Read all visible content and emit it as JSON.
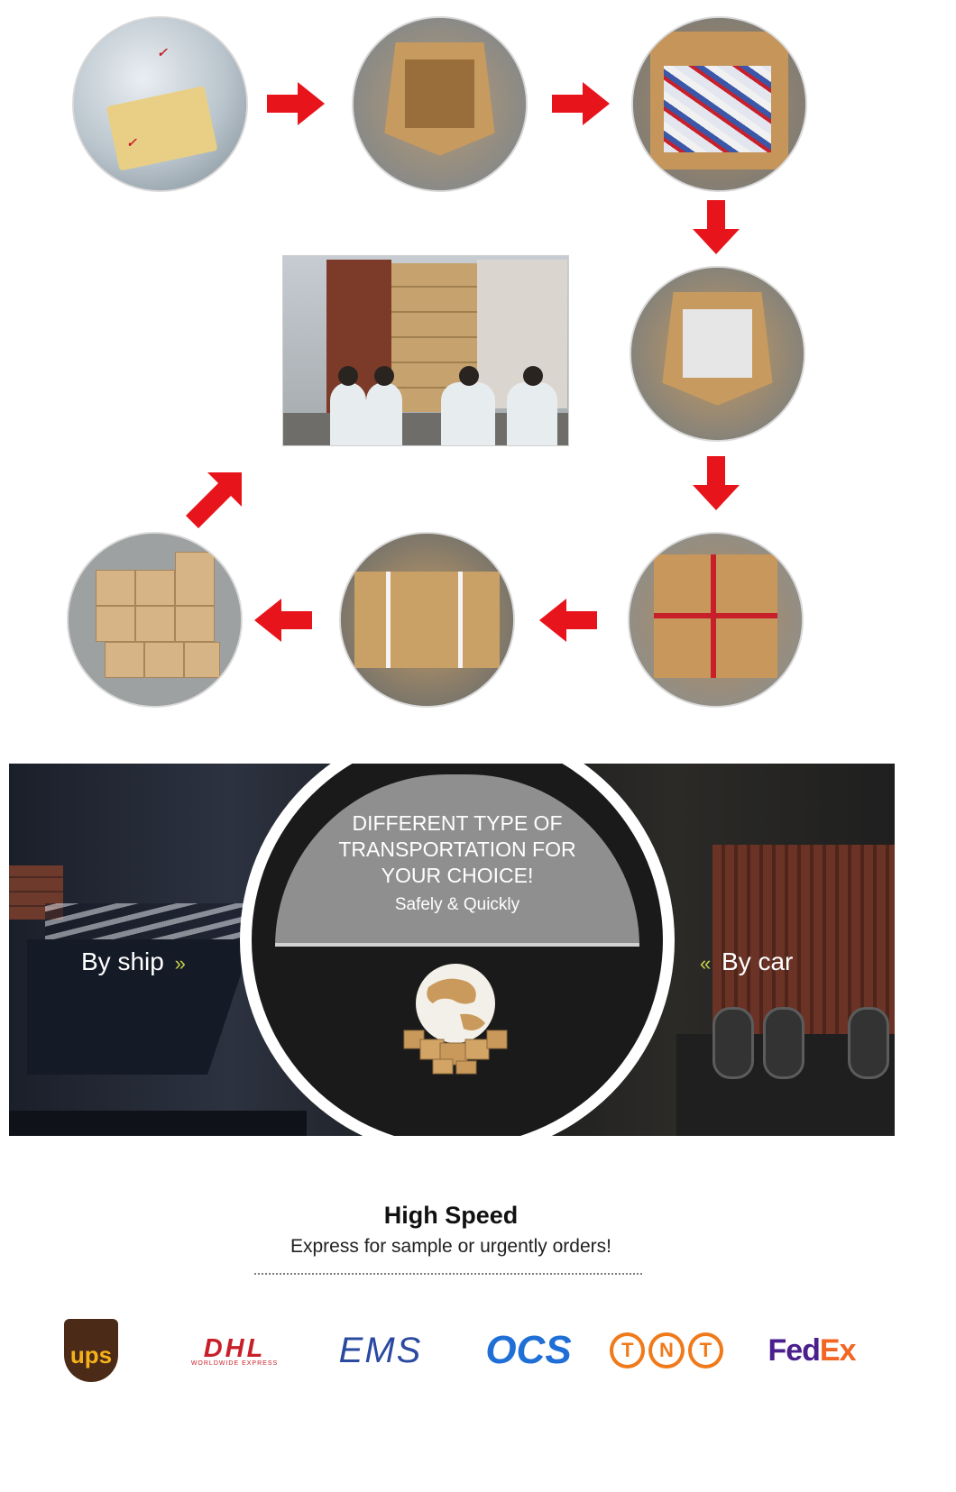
{
  "banner": {
    "headline_line1": "DIFFERENT TYPE OF",
    "headline_line2": "TRANSPORTATION FOR",
    "headline_line3": "YOUR CHOICE!",
    "subheadline": "Safely & Quickly",
    "by_ship": "By ship",
    "by_car": "By car",
    "chevron_right": "»",
    "chevron_left": "«"
  },
  "express": {
    "title": "High Speed",
    "subtitle": "Express for sample or urgently orders!"
  },
  "carriers": {
    "ups": "ups",
    "dhl": "DHL",
    "dhl_tagline": "WORLDWIDE EXPRESS",
    "ems": "EMS",
    "ocs": "OCS",
    "tnt_1": "T",
    "tnt_2": "N",
    "tnt_3": "T",
    "fedex_fed": "Fed",
    "fedex_ex": "Ex"
  },
  "colors": {
    "arrow": "#e8141b",
    "banner_bg": "#1a1a1a",
    "ups_brown": "#4b2b18",
    "dhl_red": "#c8202a",
    "ems_blue": "#2a4aa0",
    "ocs_blue": "#1f6fd6",
    "tnt_orange": "#f07a1a",
    "fedex_purple": "#4b1f8c",
    "fedex_orange": "#f26522"
  },
  "icons": {
    "flow_arrow": "arrow-icon",
    "globe": "globe-boxes-icon"
  }
}
